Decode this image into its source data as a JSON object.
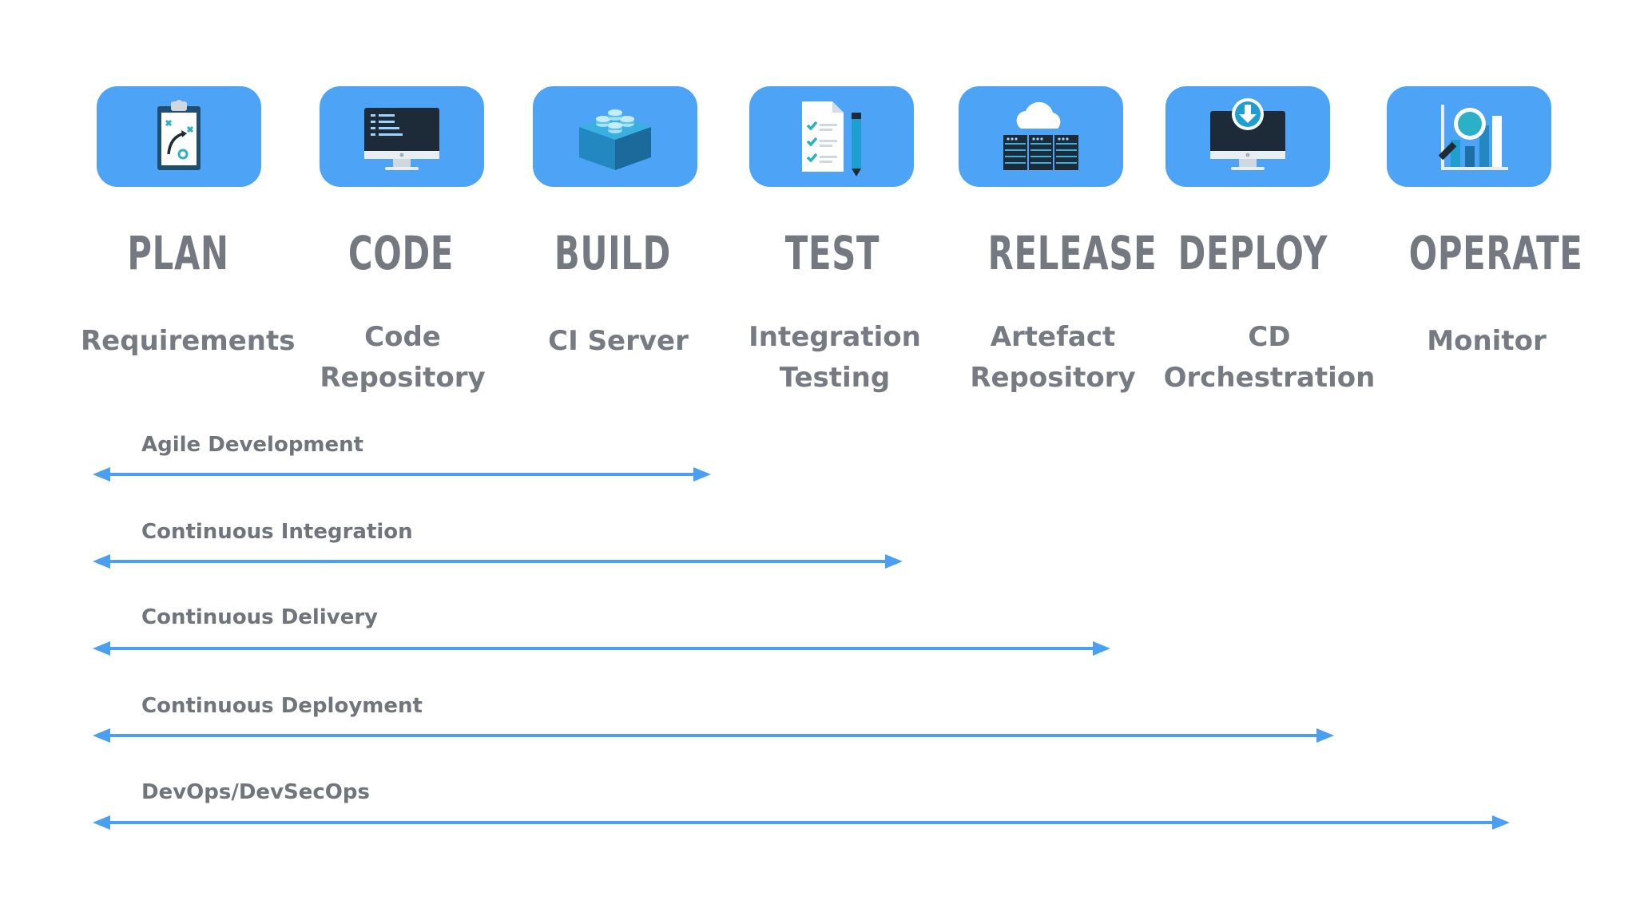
{
  "stages": [
    {
      "title": "PLAN",
      "tool": "Requirements",
      "icon": "clipboard-strategy-icon"
    },
    {
      "title": "CODE",
      "tool": "Code Repository",
      "icon": "code-monitor-icon"
    },
    {
      "title": "BUILD",
      "tool": "CI Server",
      "icon": "building-block-icon"
    },
    {
      "title": "TEST",
      "tool": "Integration Testing",
      "icon": "checklist-pencil-icon"
    },
    {
      "title": "RELEASE",
      "tool": "Artefact Repository",
      "icon": "cloud-server-icon"
    },
    {
      "title": "DEPLOY",
      "tool": "CD Orchestration",
      "icon": "download-monitor-icon"
    },
    {
      "title": "OPERATE",
      "tool": "Monitor",
      "icon": "magnifier-chart-icon"
    }
  ],
  "practices": [
    {
      "label": "Agile Development",
      "from_stage": "PLAN",
      "to_stage": "BUILD"
    },
    {
      "label": "Continuous Integration",
      "from_stage": "PLAN",
      "to_stage": "TEST"
    },
    {
      "label": "Continuous Delivery",
      "from_stage": "PLAN",
      "to_stage": "RELEASE"
    },
    {
      "label": "Continuous Deployment",
      "from_stage": "PLAN",
      "to_stage": "DEPLOY"
    },
    {
      "label": "DevOps/DevSecOps",
      "from_stage": "PLAN",
      "to_stage": "OPERATE"
    }
  ],
  "colors": {
    "tile": "#4da3f5",
    "arrow": "#4a9ff0",
    "text": "#747881"
  }
}
